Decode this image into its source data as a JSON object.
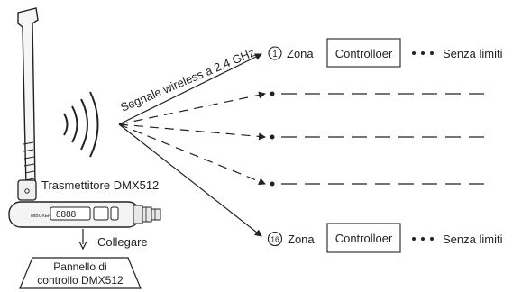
{
  "transmitter": {
    "label": "Trasmettitore DMX512",
    "display": "8888"
  },
  "wireless_label": "Segnale wireless a 2,4 GHz",
  "connect_label": "Collegare",
  "panel_label_line1": "Pannello di",
  "panel_label_line2": "controllo DMX512",
  "zones": [
    {
      "number": "1",
      "zone_label": "Zona",
      "controller_label": "Controlloer",
      "limit_label": "Senza limiti"
    },
    {
      "number": "16",
      "zone_label": "Zona",
      "controller_label": "Controlloer",
      "limit_label": "Senza limiti"
    }
  ],
  "colors": {
    "line": "#222222",
    "device_fill": "#f4f4f4"
  }
}
